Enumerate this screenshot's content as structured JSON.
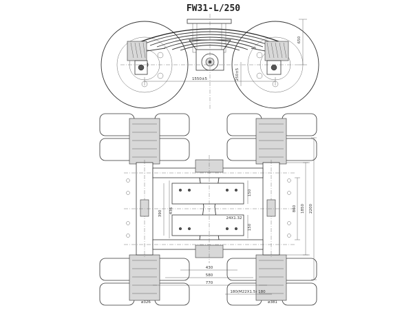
{
  "title": "FW31-L/250",
  "side_view": {
    "dim_wheelbase": "1550±5",
    "dim_height": "650",
    "dim_axle_offset": "250±5"
  },
  "plan_view": {
    "dim_430": "430",
    "dim_580": "580",
    "dim_770": "770",
    "dim_axle_seat": "180(M22X1.5) 180",
    "dim_bolt": "24X1.32",
    "dim_left_1": "390",
    "dim_left_2": "436",
    "dim_mid_1": "150",
    "dim_mid_2": "150",
    "dim_right_1": "860",
    "dim_right_2": "1850",
    "dim_right_3": "2200",
    "dim_wheel_left": "⌀326",
    "dim_wheel_right": "⌀381"
  }
}
